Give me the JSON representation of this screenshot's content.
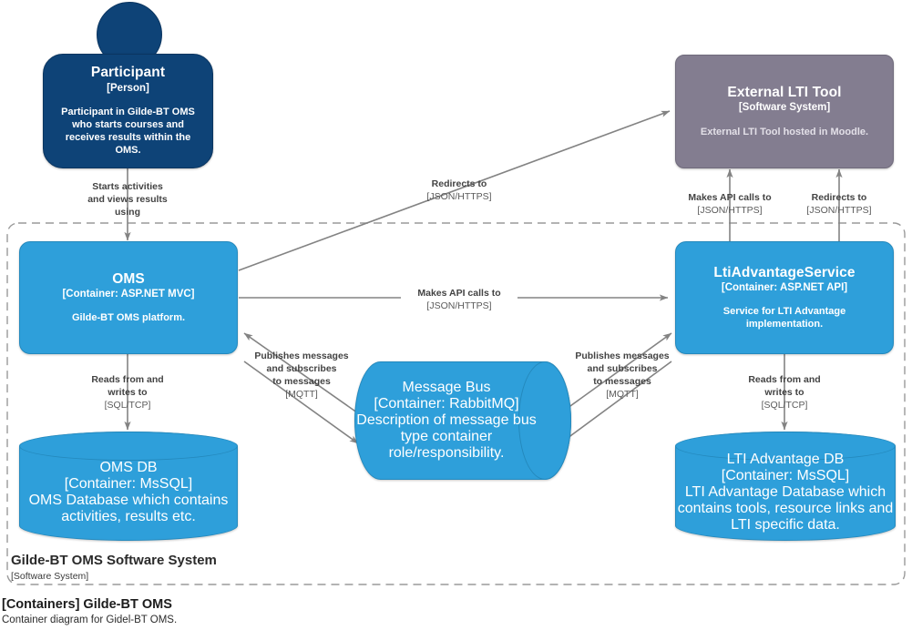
{
  "diagram": {
    "caption_title": "[Containers] Gilde-BT OMS",
    "caption_subtitle": "Container diagram for Gidel-BT OMS.",
    "colors": {
      "person": "#0E4377",
      "external_system": "#837D90",
      "container": "#2E9FDA",
      "edge": "#838383",
      "boundary": "#9a9a9a"
    }
  },
  "boundary": {
    "label": "Gilde-BT OMS Software System",
    "type": "[Software System]"
  },
  "nodes": {
    "participant": {
      "title": "Participant",
      "type": "[Person]",
      "description": "Participant in Gilde-BT OMS who starts courses and receives results within the OMS."
    },
    "external_lti_tool": {
      "title": "External LTI Tool",
      "type": "[Software System]",
      "description": "External LTI Tool hosted in Moodle."
    },
    "oms": {
      "title": "OMS",
      "type": "[Container: ASP.NET MVC]",
      "description": "Gilde-BT OMS platform."
    },
    "lti_advantage_service": {
      "title": "LtiAdvantageService",
      "type": "[Container: ASP.NET API]",
      "description": "Service for LTI Advantage implementation."
    },
    "message_bus": {
      "title": "Message Bus",
      "type": "[Container: RabbitMQ]",
      "description": "Description of message bus type container role/responsibility."
    },
    "oms_db": {
      "title": "OMS DB",
      "type": "[Container: MsSQL]",
      "description": "OMS Database which contains activities, results etc."
    },
    "lti_advantage_db": {
      "title": "LTI Advantage DB",
      "type": "[Container: MsSQL]",
      "description": "LTI Advantage Database which contains tools, resource links and LTI specific data."
    }
  },
  "edges": [
    {
      "id": "participant-to-oms",
      "label": "Starts activities and views results using",
      "technology": ""
    },
    {
      "id": "oms-to-external-lti-tool",
      "label": "Redirects to",
      "technology": "[JSON/HTTPS]"
    },
    {
      "id": "lti-service-to-external-makes-api-calls",
      "label": "Makes API calls to",
      "technology": "[JSON/HTTPS]"
    },
    {
      "id": "lti-service-to-external-redirects",
      "label": "Redirects to",
      "technology": "[JSON/HTTPS]"
    },
    {
      "id": "oms-to-lti-service",
      "label": "Makes API calls to",
      "technology": "[JSON/HTTPS]"
    },
    {
      "id": "oms-to-message-bus",
      "label": "Publishes messages and subscribes to messages",
      "technology": "[MQTT]"
    },
    {
      "id": "lti-service-to-message-bus",
      "label": "Publishes messages and subscribes to messages",
      "technology": "[MQTT]"
    },
    {
      "id": "oms-to-oms-db",
      "label": "Reads from and writes to",
      "technology": "[SQL/TCP]"
    },
    {
      "id": "lti-service-to-lti-db",
      "label": "Reads from and writes to",
      "technology": "[SQL/TCP]"
    }
  ],
  "edge_label_lines": {
    "participant_to_oms": [
      "Starts activities",
      "and views results",
      "using"
    ],
    "oms_to_external": [
      "Redirects to",
      "[JSON/HTTPS]"
    ],
    "ext_makes_api": [
      "Makes API calls to",
      "[JSON/HTTPS]"
    ],
    "ext_redirects": [
      "Redirects to",
      "[JSON/HTTPS]"
    ],
    "oms_to_lti": [
      "Makes API calls to",
      "[JSON/HTTPS]"
    ],
    "bus_left": [
      "Publishes messages",
      "and subscribes",
      "to messages",
      "[MQTT]"
    ],
    "bus_right": [
      "Publishes messages",
      "and subscribes",
      "to messages",
      "[MQTT]"
    ],
    "db_left": [
      "Reads from and",
      "writes to",
      "[SQL/TCP]"
    ],
    "db_right": [
      "Reads from and",
      "writes to",
      "[SQL/TCP]"
    ]
  }
}
